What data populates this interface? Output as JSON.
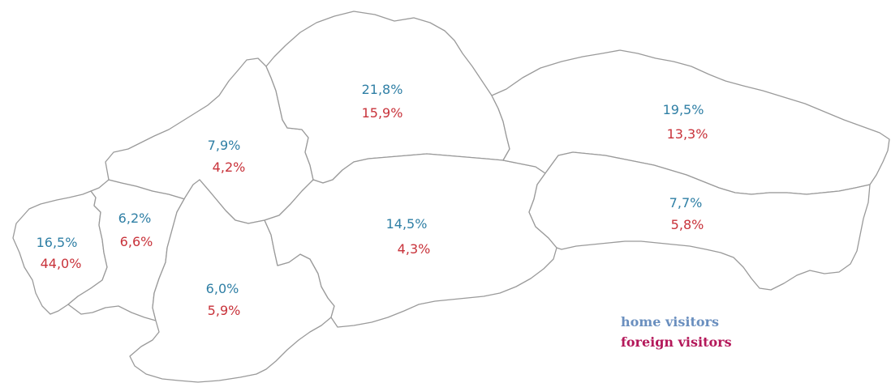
{
  "regions": [
    {
      "id": "bratislava",
      "home": "16,5%",
      "foreign": "44,0%"
    },
    {
      "id": "trnava",
      "home": "6,2%",
      "foreign": "6,6%"
    },
    {
      "id": "trencin",
      "home": "7,9%",
      "foreign": "4,2%"
    },
    {
      "id": "nitra",
      "home": "6,0%",
      "foreign": "5,9%"
    },
    {
      "id": "zilina",
      "home": "21,8%",
      "foreign": "15,9%"
    },
    {
      "id": "banska-bystrica",
      "home": "14,5%",
      "foreign": "4,3%"
    },
    {
      "id": "presov",
      "home": "19,5%",
      "foreign": "13,3%"
    },
    {
      "id": "kosice",
      "home": "7,7%",
      "foreign": "5,8%"
    }
  ],
  "legend": {
    "home": "home visitors",
    "foreign": "foreign visitors"
  },
  "colors": {
    "home": "#2f7fa5",
    "foreign": "#c8323a",
    "legend_home": "#6a8fbf",
    "legend_foreign": "#b4185a",
    "border": "#9a9a9a"
  }
}
